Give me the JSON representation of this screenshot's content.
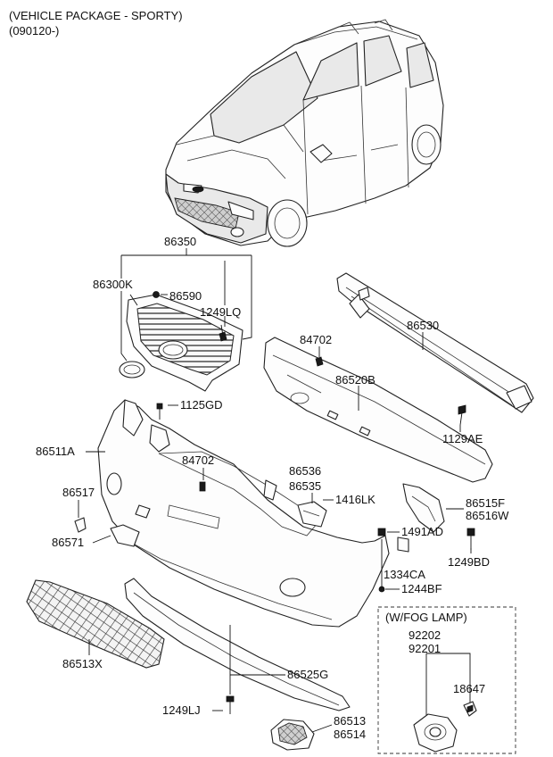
{
  "header": {
    "line1": "(VEHICLE PACKAGE - SPORTY)",
    "line2": "(090120-)"
  },
  "callouts": {
    "c86350": "86350",
    "c86300K": "86300K",
    "c86590": "86590",
    "c1249LQ": "1249LQ",
    "c84702_top": "84702",
    "c86530": "86530",
    "c86520B": "86520B",
    "c1125GD": "1125GD",
    "c1129AE": "1129AE",
    "c86511A": "86511A",
    "c84702_mid": "84702",
    "c86536": "86536",
    "c86535": "86535",
    "c1416LK": "1416LK",
    "c86515F": "86515F",
    "c86516W": "86516W",
    "c86517": "86517",
    "c1491AD": "1491AD",
    "c86571": "86571",
    "c1249BD": "1249BD",
    "c1334CA": "1334CA",
    "c1244BF": "1244BF",
    "c86513X": "86513X",
    "c86525G": "86525G",
    "c1249LJ": "1249LJ",
    "c86513": "86513",
    "c86514": "86514"
  },
  "fog_lamp_box": {
    "title": "(W/FOG LAMP)",
    "c92202": "92202",
    "c92201": "92201",
    "c18647": "18647"
  }
}
